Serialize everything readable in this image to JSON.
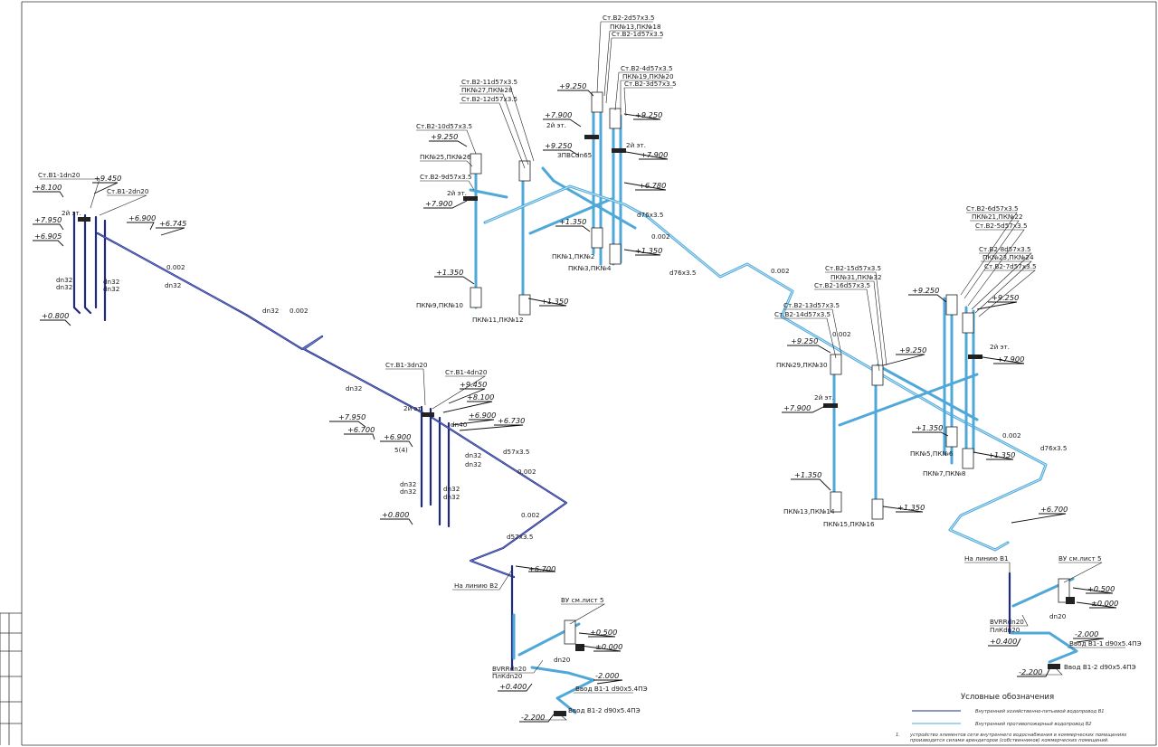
{
  "labels": {
    "st_b1_1": "Ст.В1-1dn20",
    "st_b1_2": "Ст.В1-2dn20",
    "st_b1_3": "Ст.В1-3dn20",
    "st_b1_4": "Ст.В1-4dn20",
    "st_b2_1": "Ст.В2-1d57x3.5",
    "st_b2_2": "Ст.В2-2d57x3.5",
    "st_b2_3": "Ст.В2-3d57x3.5",
    "st_b2_4": "Ст.В2-4d57x3.5",
    "st_b2_5": "Ст.В2-5d57x3.5",
    "st_b2_6": "Ст.В2-6d57x3.5",
    "st_b2_7": "Ст.В2-7d57x3.5",
    "st_b2_8": "Ст.В2-8d57x3.5",
    "st_b2_9": "Ст.В2-9d57x3.5",
    "st_b2_10": "Ст.В2-10d57x3.5",
    "st_b2_11": "Ст.В2-11d57x3.5",
    "st_b2_12": "Ст.В2-12d57x3.5",
    "st_b2_13": "Ст.В2-13d57x3.5",
    "st_b2_14": "Ст.В2-14d57x3.5",
    "st_b2_15": "Ст.В2-15d57x3.5",
    "st_b2_16": "Ст.В2-16d57x3.5",
    "pk_13_18": "ПК№13,ПК№18",
    "pk_19_20": "ПК№19,ПК№20",
    "pk_27_28": "ПК№27,ПК№28",
    "pk_25_26": "ПК№25,ПК№26",
    "pk_9_10": "ПК№9,ПК№10",
    "pk_11_12": "ПК№11,ПК№12",
    "pk_1_2": "ПК№1,ПК№2",
    "pk_3_4": "ПК№3,ПК№4",
    "pk_21_22": "ПК№21,ПК№22",
    "pk_23_24": "ПК№23,ПК№24",
    "pk_31_32": "ПК№31,ПК№32",
    "pk_29_30": "ПК№29,ПК№30",
    "pk_5_6": "ПК№5,ПК№6",
    "pk_7_8": "ПК№7,ПК№8",
    "pk_13_14": "ПК№13,ПК№14",
    "pk_15_16": "ПК№15,ПК№16",
    "zp": "ЗПВСdn65",
    "floor": "2й эт.",
    "dn32": "dn32",
    "dn40": "dn40",
    "dn20": "dn20",
    "d57": "d57x3.5",
    "d76": "d76x3.5",
    "slope": "0.002",
    "s4": "5(4)",
    "na_b2": "На линию В2",
    "na_b1": "На линию В1",
    "vu": "ВУ см.лист 5",
    "bvr": "BVRRdn20",
    "plk": "ПлКdn20",
    "vvod1": "Ввод В1-1 d90x5.4ПЭ",
    "vvod2": "Ввод В1-2 d90x5.4ПЭ",
    "e_9450": "+9.450",
    "e_8100": "+8.100",
    "e_7950": "+7.950",
    "e_6900": "+6.900",
    "e_6745": "+6.745",
    "e_6730": "+6.730",
    "e_6905": "+6.905",
    "e_6700": "+6.700",
    "e_0800": "+0.800",
    "e_9250": "+9.250",
    "e_7900": "+7.900",
    "e_6780": "+6.780",
    "e_1350": "+1.350",
    "e_0500": "+0.500",
    "e_0000": "±0.000",
    "e_0400": "+0.400",
    "e_m2000": "-2.000",
    "e_m2200": "-2.200"
  },
  "legend": {
    "title": "Условные обозначения",
    "item1": "Внутренний хозяйственно-питьевой водопровод В1",
    "item2": "Внутренний противопожарный водопровод В2",
    "note_num": "1.",
    "note1": "устройство элементов сети внутреннего водоснабжения в коммерческих помещениях",
    "note2": "производится силами арендаторов (собственников) коммерческих помещений."
  },
  "colors": {
    "b1_pipe": "#1f2a80",
    "b2_pipe": "#4fa8d8",
    "line": "#222222"
  }
}
